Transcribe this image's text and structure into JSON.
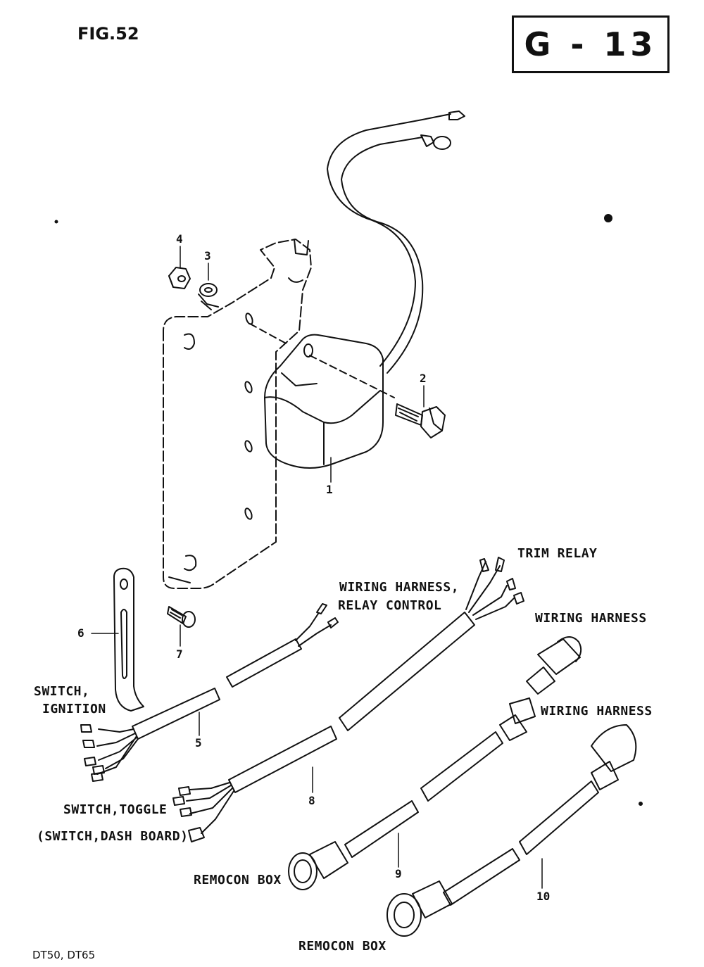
{
  "header": {
    "figure": "FIG.52",
    "code": "G - 13"
  },
  "footer": {
    "models": "DT50, DT65"
  },
  "callouts": [
    "1",
    "2",
    "3",
    "4",
    "5",
    "6",
    "7",
    "8",
    "9",
    "10"
  ],
  "labels": {
    "trim_relay": "TRIM RELAY",
    "wiring_relay_1": "WIRING HARNESS,",
    "wiring_relay_2": "RELAY CONTROL",
    "wiring_harness_a": "WIRING HARNESS",
    "wiring_harness_b": "WIRING HARNESS",
    "switch_ign_1": "SWITCH,",
    "switch_ign_2": "IGNITION",
    "switch_toggle": "SWITCH,TOGGLE",
    "switch_dash": "(SWITCH,DASH BOARD)",
    "remocon_a": "REMOCON BOX",
    "remocon_b": "REMOCON BOX"
  },
  "colors": {
    "ink": "#111111",
    "paper": "#ffffff"
  }
}
